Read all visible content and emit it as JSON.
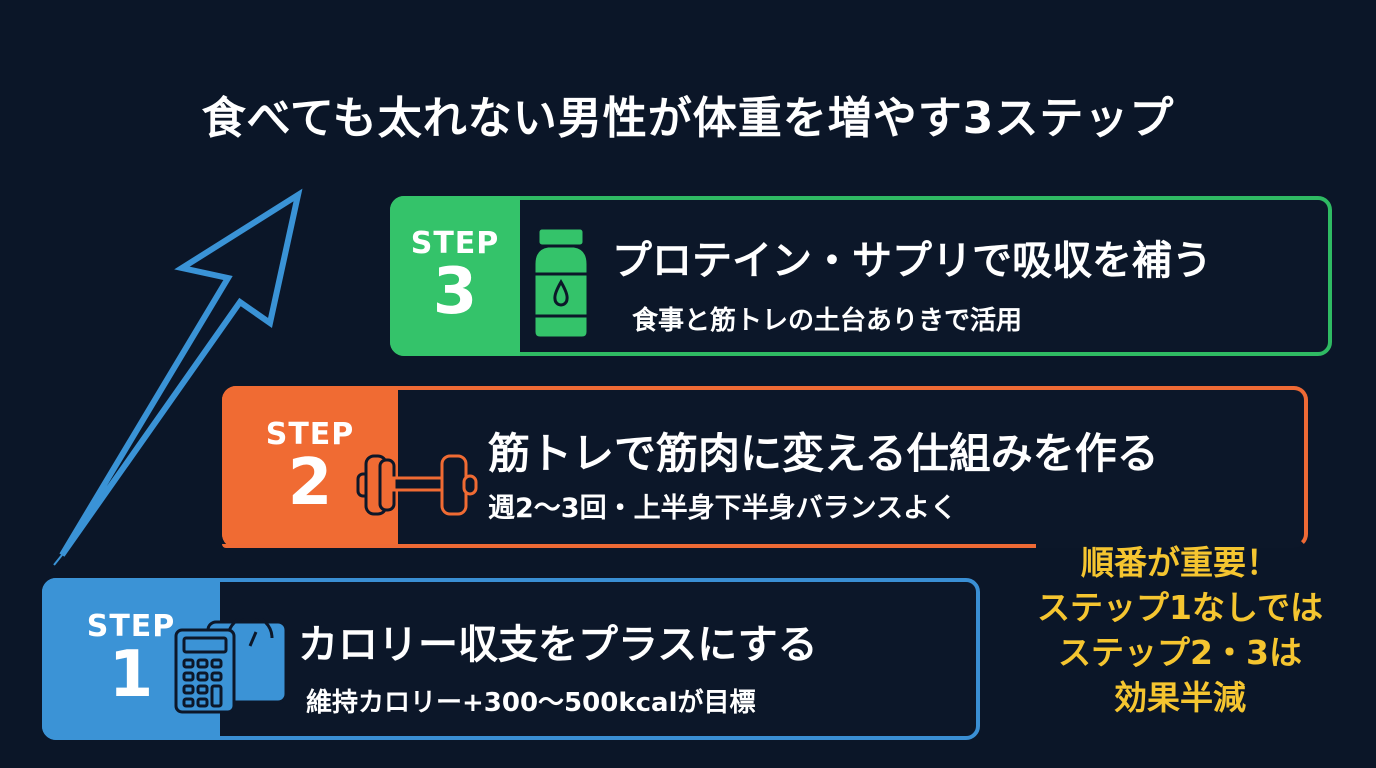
{
  "title": "食べても太れない男性が体重を増やす3ステップ",
  "colors": {
    "background": "#0b1628",
    "step1": "#3b93d6",
    "step2": "#f06b33",
    "step3": "#34c36a",
    "note": "#f5c530",
    "arrow": "#3a93d6"
  },
  "steps": [
    {
      "label": "STEP",
      "number": "1",
      "icon": "calculator-scale-icon",
      "main": "カロリー収支をプラスにする",
      "sub": "維持カロリー+300〜500kcalが目標"
    },
    {
      "label": "STEP",
      "number": "2",
      "icon": "barbell-icon",
      "main": "筋トレで筋肉に変える仕組みを作る",
      "sub": "週2〜3回・上半身下半身バランスよく"
    },
    {
      "label": "STEP",
      "number": "3",
      "icon": "supplement-bottle-icon",
      "main": "プロテイン・サプリで吸収を補う",
      "sub": "食事と筋トレの土台ありきで活用"
    }
  ],
  "note": {
    "lines": [
      "順番が重要！",
      "ステップ1なしでは",
      "ステップ2・3は",
      "効果半減"
    ]
  },
  "decor": {
    "arrow": "upward-arrow-icon"
  }
}
